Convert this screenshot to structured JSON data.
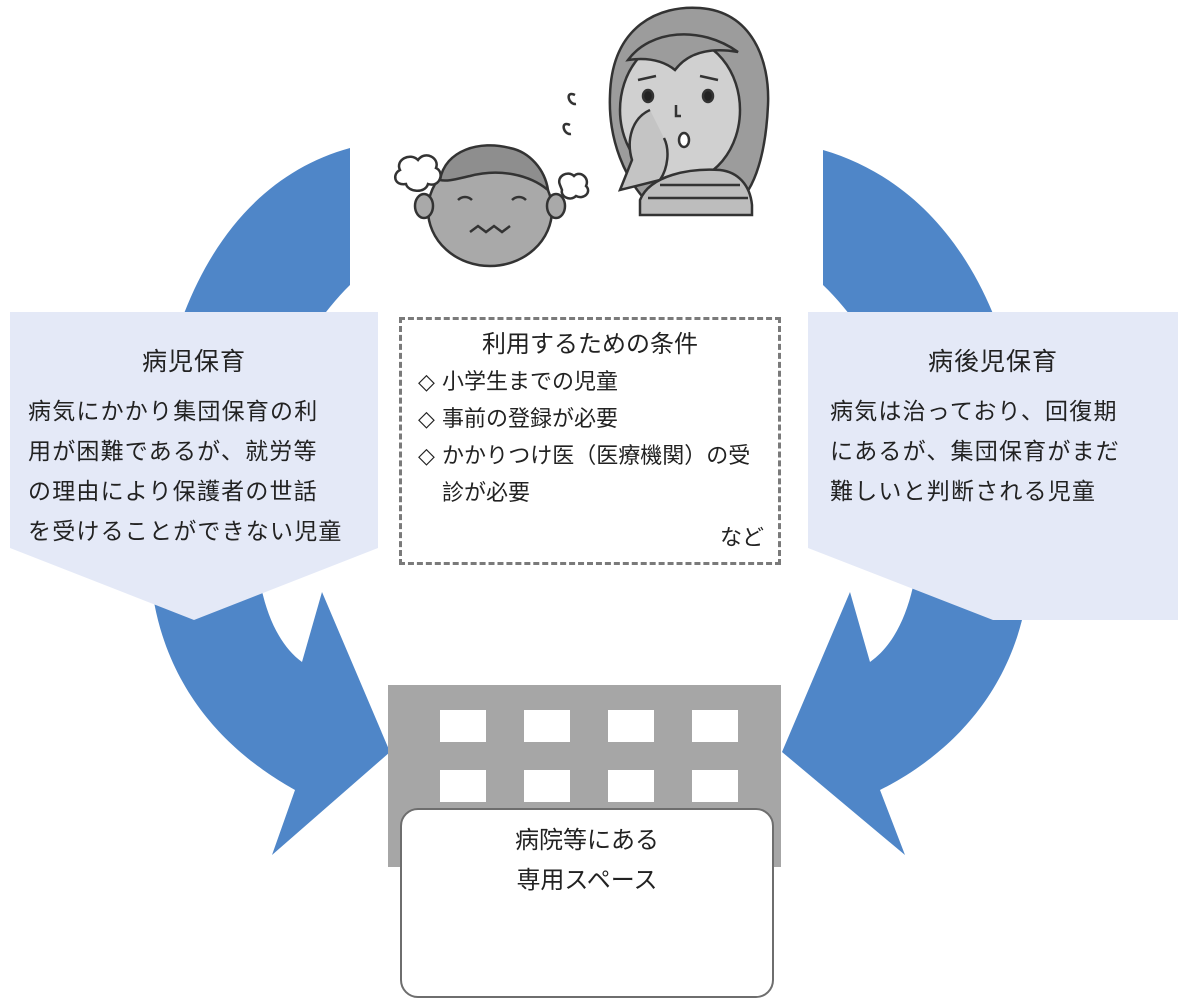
{
  "left_box": {
    "title": "病児保育",
    "lines": [
      "病気にかかり集団保育の利",
      "用が困難であるが、就労等",
      "の理由により保護者の世話",
      "を受けることができない児童"
    ]
  },
  "right_box": {
    "title": "病後児保育",
    "lines": [
      "病気は治っており、回復期",
      "にあるが、集団保育がまだ",
      "難しいと判断される児童"
    ]
  },
  "conditions": {
    "title": "利用するための条件",
    "bullet": "◇",
    "items": [
      "小学生までの児童",
      "事前の登録が必要",
      "かかりつけ医（医療機関）の受",
      "診が必要"
    ],
    "footer": "など"
  },
  "space_label": {
    "line1": "病院等にある",
    "line2": "専用スペース"
  },
  "colors": {
    "arrow": "#4f86c8",
    "callout": "#e4e9f7",
    "building": "#a6a6a6",
    "dash_border": "#7a7a7a"
  },
  "icons": [
    "worried-mother-illustration",
    "sick-child-illustration",
    "hospital-building-icon"
  ]
}
